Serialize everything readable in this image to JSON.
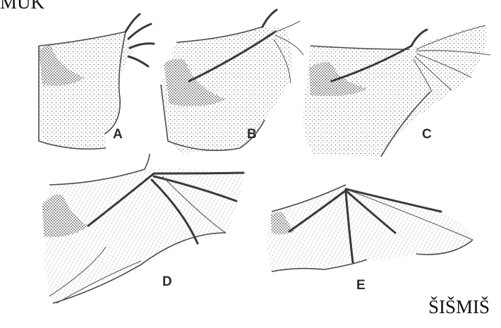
{
  "captions": {
    "top_left": "MUK",
    "bottom_right": "ŠIŠMIŠ"
  },
  "panels": [
    {
      "id": "A",
      "label": "A"
    },
    {
      "id": "B",
      "label": "B"
    },
    {
      "id": "C",
      "label": "C"
    },
    {
      "id": "D",
      "label": "D"
    },
    {
      "id": "E",
      "label": "E"
    }
  ]
}
